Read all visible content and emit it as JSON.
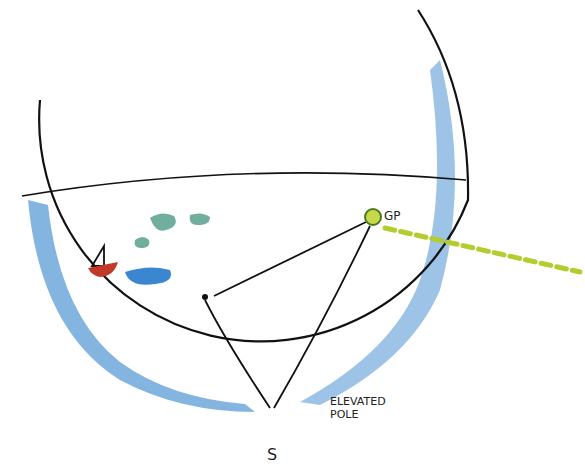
{
  "diagram": {
    "labels": [
      "GP",
      "S",
      "ELEVATED POLE"
    ]
  }
}
